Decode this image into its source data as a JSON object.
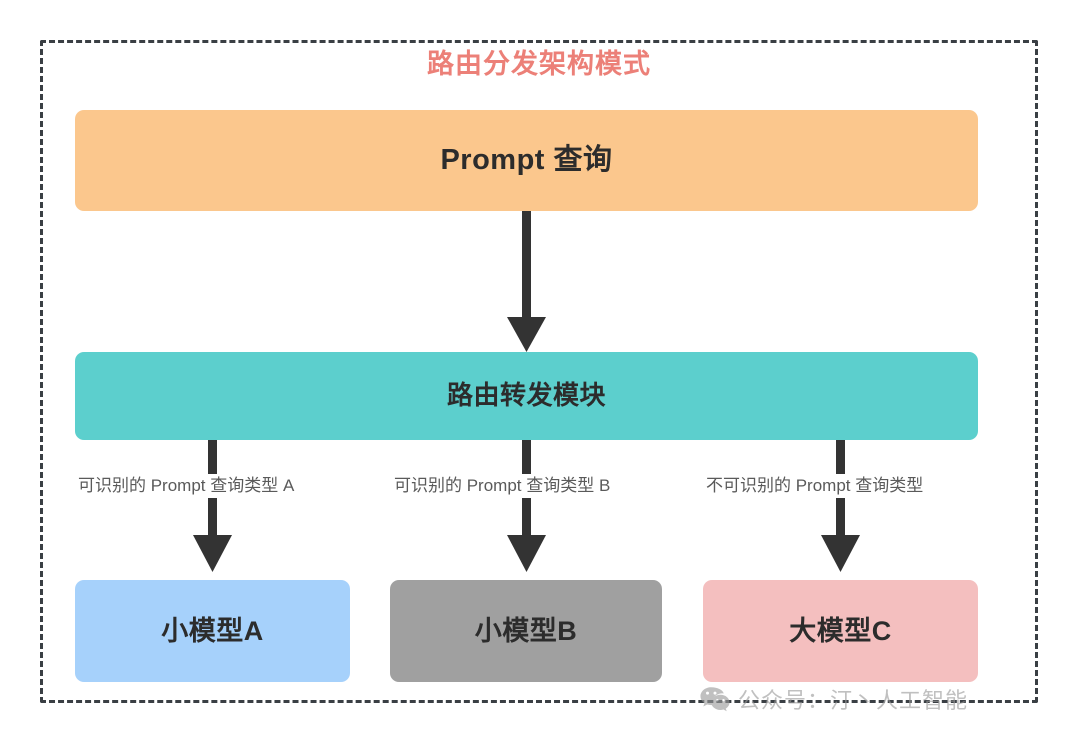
{
  "diagram": {
    "title": "路由分发架构模式",
    "title_color": "#ec8078",
    "frame_style": "dashed",
    "nodes": {
      "prompt": {
        "label": "Prompt 查询",
        "color": "#fbc78d"
      },
      "router": {
        "label": "路由转发模块",
        "color": "#5ccfcd"
      },
      "model_a": {
        "label": "小模型A",
        "color": "#a6d1fb"
      },
      "model_b": {
        "label": "小模型B",
        "color": "#a0a0a0"
      },
      "model_c": {
        "label": "大模型C",
        "color": "#f4bfbf"
      }
    },
    "edges": {
      "prompt_to_router": {
        "label": ""
      },
      "router_to_a": {
        "label": "可识别的 Prompt 查询类型 A"
      },
      "router_to_b": {
        "label": "可识别的 Prompt 查询类型 B"
      },
      "router_to_c": {
        "label": "不可识别的 Prompt 查询类型"
      }
    },
    "arrow_color": "#333333"
  },
  "watermark": {
    "icon": "wechat-icon",
    "text": "公众号：汀丶人工智能",
    "color": "#9a9a9a"
  }
}
